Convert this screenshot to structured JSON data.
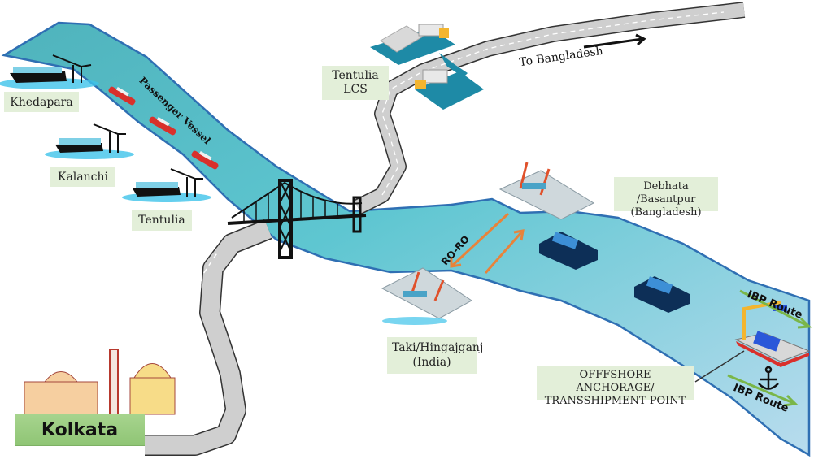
{
  "diagram": {
    "labels": {
      "khedapara": "Khedapara",
      "kalanchi": "Kalanchi",
      "tentulia": "Tentulia",
      "tentulia_lcs_line1": "Tentulia",
      "tentulia_lcs_line2": "LCS",
      "passenger_vessel": "Passenger Vessel",
      "to_bangladesh": "To Bangladesh",
      "debhata_line1": "Debhata /Basantpur",
      "debhata_line2": "(Bangladesh)",
      "taki_line1": "Taki/Hingajganj",
      "taki_line2": "(India)",
      "ro_ro": "RO-RO",
      "offshore_line1": "OFFFSHORE ANCHORAGE/",
      "offshore_line2": "TRANSSHIPMENT POINT",
      "ibp_route_top": "IBP Route",
      "ibp_route_bottom": "IBP Route",
      "kolkata": "Kolkata"
    },
    "icons": [
      "cargo-ship-icon",
      "gantry-crane-icon",
      "passenger-vessel-icon",
      "suspension-bridge-icon",
      "warehouse-icon",
      "truck-icon",
      "container-port-icon",
      "container-ship-icon",
      "crane-barge-icon",
      "anchor-icon",
      "city-skyline-icon",
      "road-icon",
      "arrow-icon"
    ],
    "colors": {
      "river": "#5cc2cf",
      "river_edge": "#2f6fb3",
      "label_bg": "#e3efd9",
      "road": "#cfcfcf",
      "roro_arrow": "#e8833a",
      "ibp_arrow": "#7ab648",
      "kolkata_bg": "#98cc7e"
    }
  }
}
